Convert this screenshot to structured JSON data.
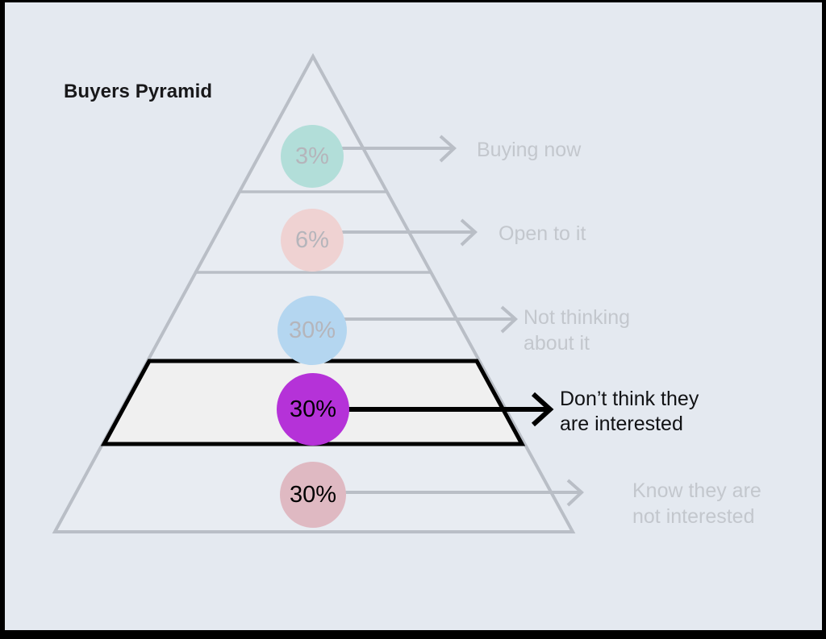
{
  "title": "Buyers Pyramid",
  "background_color": "#e4e9f0",
  "frame_color": "#000000",
  "pyramid": {
    "outline_color": "#b9bec6",
    "fill_color": "#e8ecf2",
    "highlight_outline_color": "#000000",
    "highlight_fill_color": "#f0f0f0"
  },
  "levels": [
    {
      "id": "buying-now",
      "percent": "3%",
      "label": "Buying now",
      "bubble_color": "#b2ded9",
      "bubble_text_color": "#b5b5bb",
      "label_color": "#c3c7cd",
      "arrow_color": "#b9bec6",
      "highlighted": false
    },
    {
      "id": "open-to-it",
      "percent": "6%",
      "label": "Open to it",
      "bubble_color": "#efd2d2",
      "bubble_text_color": "#b5b5bb",
      "label_color": "#c3c7cd",
      "arrow_color": "#b9bec6",
      "highlighted": false
    },
    {
      "id": "not-thinking-about-it",
      "percent": "30%",
      "label": "Not thinking\nabout it",
      "bubble_color": "#b4d6f0",
      "bubble_text_color": "#b5b5bb",
      "label_color": "#c3c7cd",
      "arrow_color": "#b9bec6",
      "highlighted": false
    },
    {
      "id": "dont-think-they-are-interested",
      "percent": "30%",
      "label": "Don’t think they\nare interested",
      "bubble_color": "#b532d8",
      "bubble_text_color": "#000000",
      "label_color": "#111214",
      "arrow_color": "#000000",
      "highlighted": true
    },
    {
      "id": "know-they-are-not-interested",
      "percent": "30%",
      "label": "Know they are\nnot interested",
      "bubble_color": "#dfb9c2",
      "bubble_text_color": "#000000",
      "label_color": "#c3c7cd",
      "arrow_color": "#b9bec6",
      "highlighted": false
    }
  ],
  "chart_data": {
    "type": "pie",
    "title": "Buyers Pyramid",
    "categories": [
      "Buying now",
      "Open to it",
      "Not thinking about it",
      "Don’t think they are interested",
      "Know they are not interested"
    ],
    "values": [
      3,
      6,
      30,
      30,
      30
    ],
    "value_labels": [
      "3%",
      "6%",
      "30%",
      "30%",
      "30%"
    ],
    "unit": "percent",
    "highlighted_category": "Don’t think they are interested",
    "legend": "right",
    "grid": false,
    "xlabel": "",
    "ylabel": ""
  }
}
